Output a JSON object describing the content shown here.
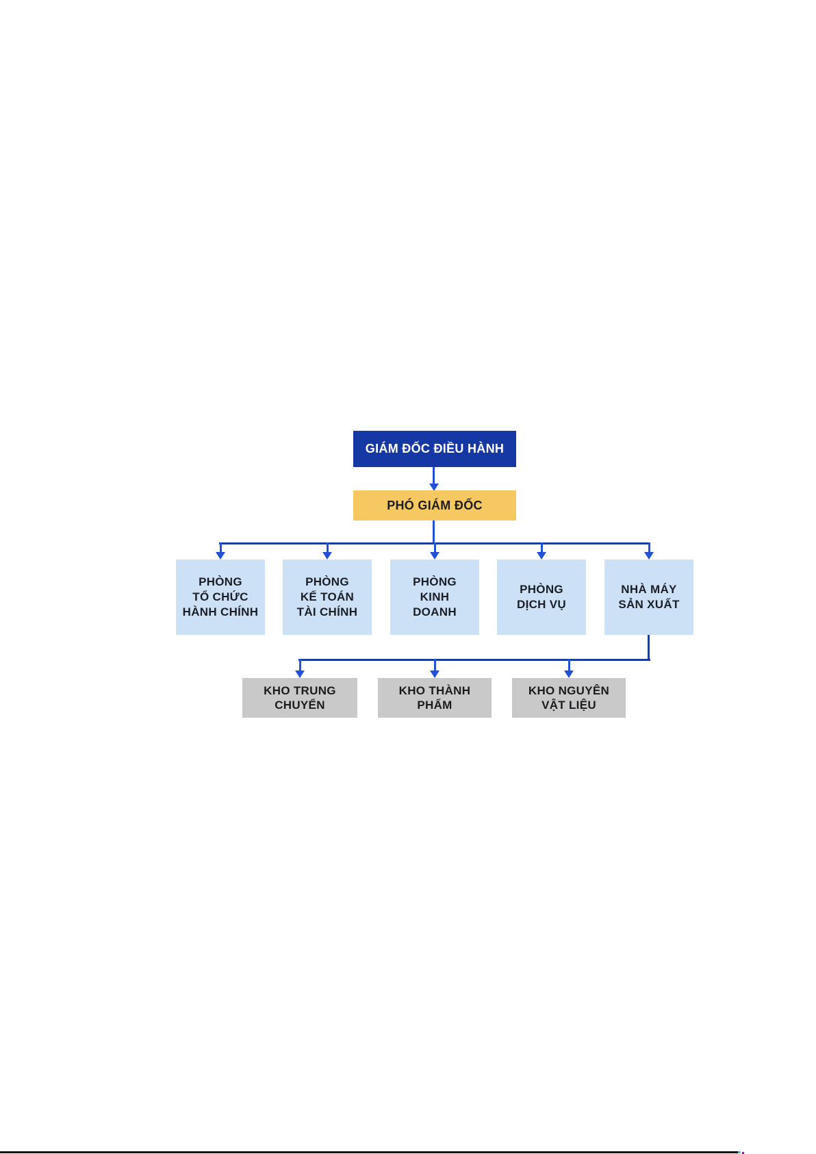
{
  "page": {
    "background": "#ffffff",
    "bottom_rule_color": "#111111"
  },
  "org_chart": {
    "colors": {
      "executive_bg": "#1638a4",
      "executive_text": "#ffffff",
      "deputy_bg": "#f6c862",
      "deputy_text": "#1d1d20",
      "department_bg": "#cde1f6",
      "department_text": "#1b1e26",
      "warehouse_bg": "#c9c9c9",
      "warehouse_text": "#1b1b1e",
      "connector_line": "#1a3e9e",
      "connector_arrow": "#2251d5"
    },
    "executive": {
      "label": "GIÁM ĐỐC ĐIỀU HÀNH"
    },
    "deputy": {
      "label": "PHÓ GIÁM ĐỐC"
    },
    "departments": [
      {
        "label": "PHÒNG\nTỔ CHỨC\nHÀNH CHÍNH"
      },
      {
        "label": "PHÒNG\nKẾ TOÁN\nTÀI CHÍNH"
      },
      {
        "label": "PHÒNG\nKINH\nDOANH"
      },
      {
        "label": "PHÒNG\nDỊCH VỤ"
      },
      {
        "label": "NHÀ MÁY\nSẢN XUẤT"
      }
    ],
    "warehouses": [
      {
        "label": "KHO TRUNG\nCHUYỂN"
      },
      {
        "label": "KHO THÀNH\nPHẨM"
      },
      {
        "label": "KHO NGUYÊN\nVẬT LIỆU"
      }
    ]
  }
}
